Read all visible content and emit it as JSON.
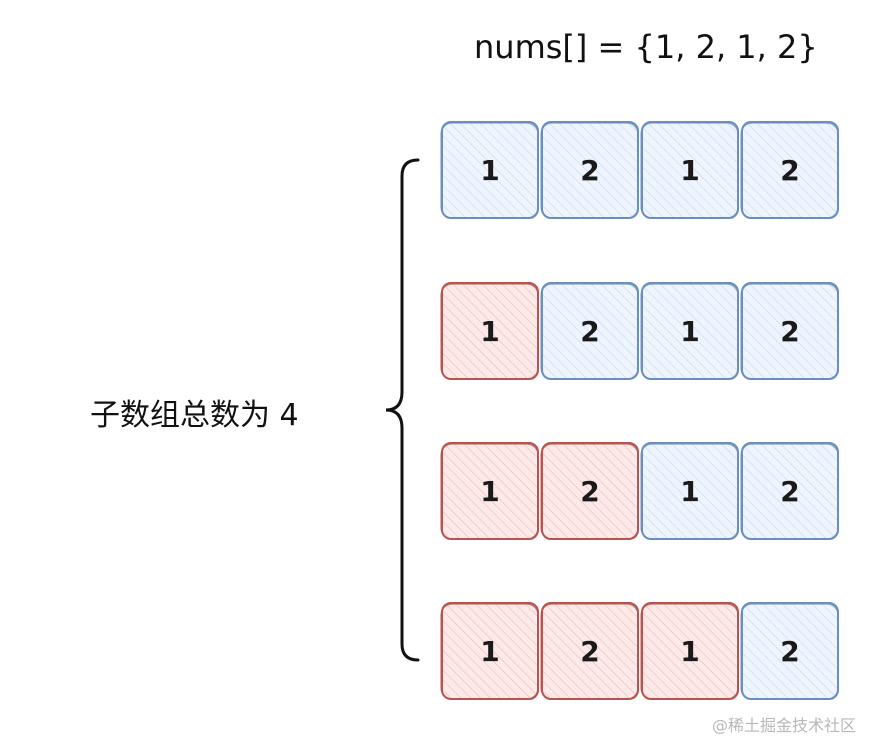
{
  "title": "nums[] = {1, 2, 1, 2}",
  "side_label": "子数组总数为 4",
  "watermark": "@稀土掘金技术社区",
  "colors": {
    "blue_stroke": "#6c8ebf",
    "blue_fill": "#dae8fc",
    "red_stroke": "#b85450",
    "red_fill": "#f8cecc"
  },
  "rows": [
    {
      "cells": [
        {
          "value": "1",
          "color": "blue"
        },
        {
          "value": "2",
          "color": "blue"
        },
        {
          "value": "1",
          "color": "blue"
        },
        {
          "value": "2",
          "color": "blue"
        }
      ]
    },
    {
      "cells": [
        {
          "value": "1",
          "color": "red"
        },
        {
          "value": "2",
          "color": "blue"
        },
        {
          "value": "1",
          "color": "blue"
        },
        {
          "value": "2",
          "color": "blue"
        }
      ]
    },
    {
      "cells": [
        {
          "value": "1",
          "color": "red"
        },
        {
          "value": "2",
          "color": "red"
        },
        {
          "value": "1",
          "color": "blue"
        },
        {
          "value": "2",
          "color": "blue"
        }
      ]
    },
    {
      "cells": [
        {
          "value": "1",
          "color": "red"
        },
        {
          "value": "2",
          "color": "red"
        },
        {
          "value": "1",
          "color": "red"
        },
        {
          "value": "2",
          "color": "blue"
        }
      ]
    }
  ]
}
